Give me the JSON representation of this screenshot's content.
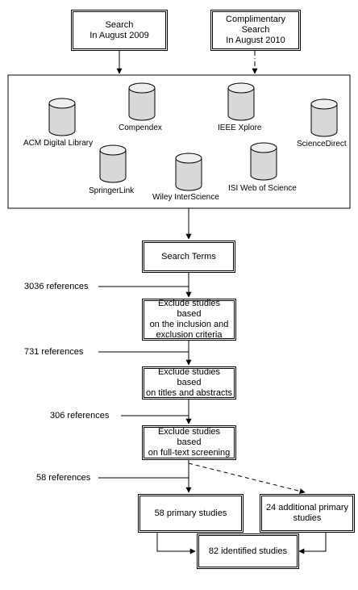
{
  "boxes": {
    "search_2009": "Search\nIn August 2009",
    "search_2010": "Complimentary Search\nIn August 2010",
    "search_terms": "Search Terms",
    "exclude_criteria": "Exclude studies based\non the inclusion and\nexclusion criteria",
    "exclude_titles": "Exclude studies based\non titles and abstracts",
    "exclude_fulltext": "Exclude studies based\non full-text screening",
    "primary_58": "58 primary studies",
    "additional_24": "24 additional primary\nstudies",
    "identified_82": "82 identified studies"
  },
  "databases": {
    "acm": "ACM Digital Library",
    "compendex": "Compendex",
    "ieee": "IEEE Xplore",
    "sciencedirect": "ScienceDirect",
    "springer": "SpringerLink",
    "wiley": "Wiley InterScience",
    "isi": "ISI Web of Science"
  },
  "references": {
    "r3036": "3036 references",
    "r731": "731 references",
    "r306": "306 references",
    "r58": "58 references"
  },
  "icons": {
    "database": "database-cylinder-icon"
  }
}
